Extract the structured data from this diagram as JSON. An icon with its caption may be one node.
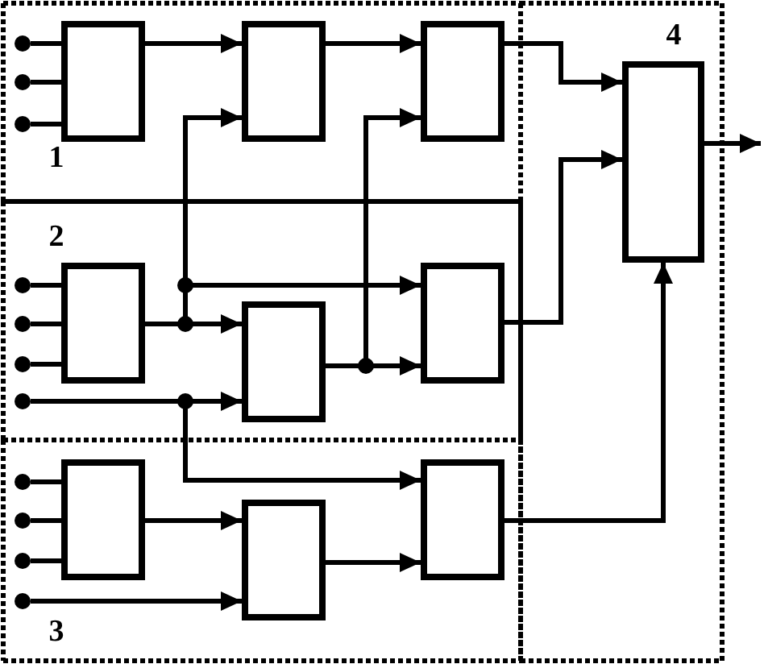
{
  "diagram": {
    "nodes": [
      {
        "text": [
          "1"
        ]
      },
      {
        "text": [],
        "shape": "circle",
        "in": 0
      },
      {
        "text": [],
        "shape": "circle",
        "in": 0
      },
      {
        "text": [],
        "shape": "circle",
        "in": 0
      },
      {
        "text": [],
        "shape": "box",
        "in": 0
      },
      {
        "text": [],
        "shape": "box",
        "in": 0
      },
      {
        "text": [],
        "shape": "box",
        "in": 0
      },
      {
        "text": [
          "2"
        ]
      },
      {
        "text": [],
        "shape": "circle",
        "in": 7
      },
      {
        "text": [],
        "shape": "circle",
        "in": 7
      },
      {
        "text": [],
        "shape": "circle",
        "in": 7
      },
      {
        "text": [],
        "shape": "circle",
        "in": 7
      },
      {
        "text": [],
        "shape": "box",
        "in": 7
      },
      {
        "text": [],
        "shape": "box",
        "in": 7
      },
      {
        "text": [],
        "shape": "box",
        "in": 7
      },
      {
        "text": [
          "3"
        ]
      },
      {
        "text": [],
        "shape": "circle",
        "in": 15
      },
      {
        "text": [],
        "shape": "circle",
        "in": 15
      },
      {
        "text": [],
        "shape": "circle",
        "in": 15
      },
      {
        "text": [],
        "shape": "circle",
        "in": 15
      },
      {
        "text": [],
        "shape": "box",
        "in": 15
      },
      {
        "text": [],
        "shape": "box",
        "in": 15
      },
      {
        "text": [],
        "shape": "box",
        "in": 15
      },
      {
        "text": [
          "4"
        ]
      },
      {
        "text": [],
        "shape": "box",
        "in": 23
      }
    ],
    "edges": [
      {
        "from": 1,
        "to": 4,
        "arrow": "none"
      },
      {
        "from": 2,
        "to": 4,
        "arrow": "none"
      },
      {
        "from": 3,
        "to": 4,
        "arrow": "none"
      },
      {
        "from": 4,
        "to": 5,
        "arrow": "to"
      },
      {
        "from": 5,
        "to": 6,
        "arrow": "to"
      },
      {
        "from": 6,
        "to": 24,
        "arrow": "to"
      },
      {
        "from": 8,
        "to": 12,
        "arrow": "none"
      },
      {
        "from": 9,
        "to": 12,
        "arrow": "none"
      },
      {
        "from": 10,
        "to": 12,
        "arrow": "none"
      },
      {
        "from": 11,
        "to": 13,
        "arrow": "to"
      },
      {
        "from": 11,
        "to": 22,
        "arrow": "to"
      },
      {
        "from": 12,
        "to": 13,
        "arrow": "to"
      },
      {
        "from": 12,
        "to": 14,
        "arrow": "to"
      },
      {
        "from": 12,
        "to": 5,
        "arrow": "to"
      },
      {
        "from": 13,
        "to": 14,
        "arrow": "to"
      },
      {
        "from": 13,
        "to": 6,
        "arrow": "to"
      },
      {
        "from": 14,
        "to": 24,
        "arrow": "to"
      },
      {
        "from": 16,
        "to": 20,
        "arrow": "none"
      },
      {
        "from": 17,
        "to": 20,
        "arrow": "none"
      },
      {
        "from": 18,
        "to": 20,
        "arrow": "none"
      },
      {
        "from": 19,
        "to": 21,
        "arrow": "to"
      },
      {
        "from": 20,
        "to": 21,
        "arrow": "to"
      },
      {
        "from": 21,
        "to": 22,
        "arrow": "to"
      },
      {
        "from": 22,
        "to": 24,
        "arrow": "to"
      },
      {
        "from": 24,
        "to": null,
        "arrow": "to"
      }
    ]
  }
}
